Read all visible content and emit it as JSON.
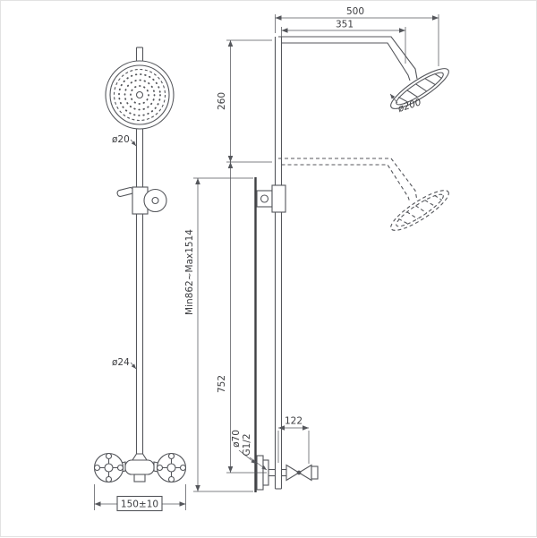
{
  "drawing": {
    "type": "technical-dimension-drawing",
    "subject": "wall-mounted shower column with rain head and mixer",
    "colors": {
      "line_color": "#54565b",
      "text_color": "#3c3d40",
      "background": "#ffffff"
    }
  },
  "front_view": {
    "labels": {
      "pipe_diameter_upper": "ø20",
      "pipe_diameter_lower": "ø24",
      "handle_spacing": "150±10"
    }
  },
  "side_view": {
    "labels": {
      "overall_reach": "500",
      "arm_reach": "351",
      "head_drop": "260",
      "height_range": "Min862~Max1514",
      "riser_length": "752",
      "outlet_offset": "122",
      "escutcheon_diameter": "ø70",
      "connection_thread": "G1/2",
      "head_diameter": "ø200"
    }
  }
}
